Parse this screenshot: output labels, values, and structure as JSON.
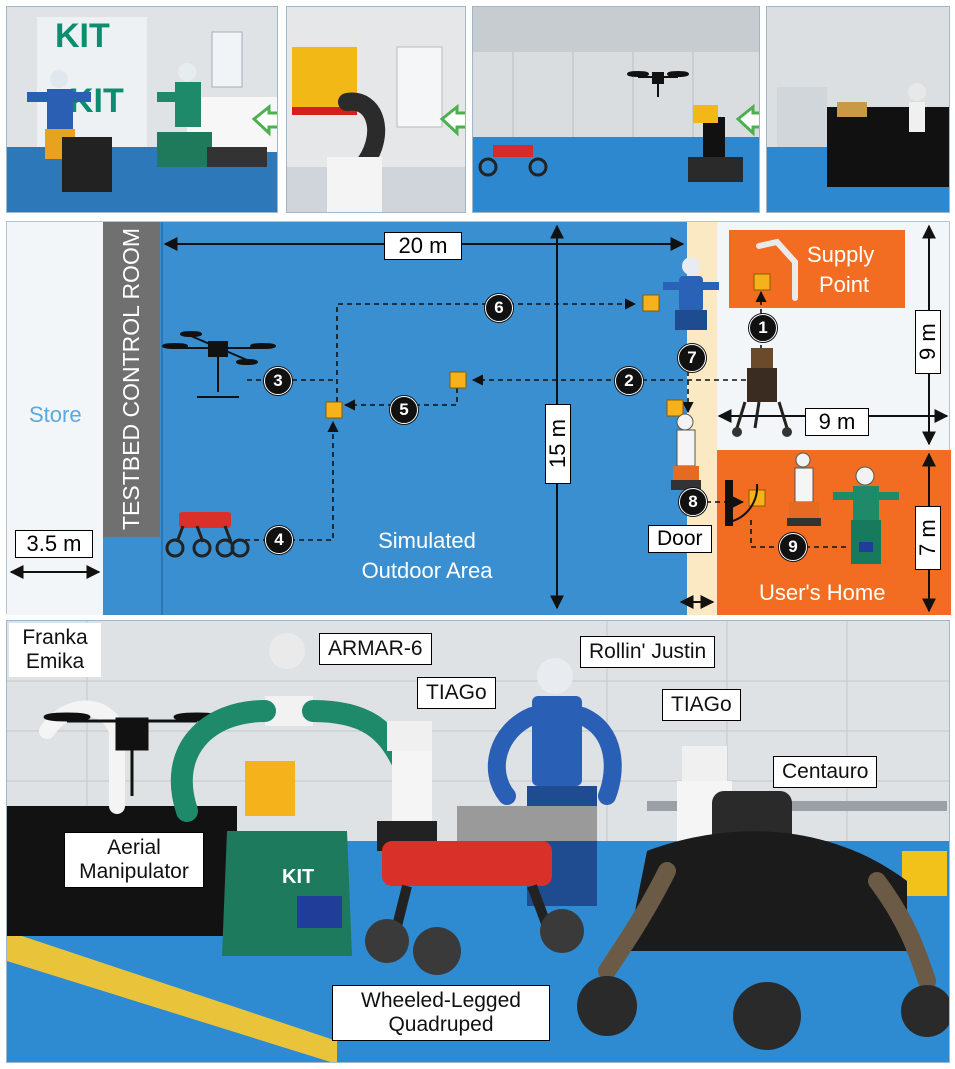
{
  "top_strip": {
    "photos": [
      {
        "name": "photo-kit-lab"
      },
      {
        "name": "photo-dhl-parcel"
      },
      {
        "name": "photo-flight-hall"
      },
      {
        "name": "photo-table-scene"
      }
    ],
    "logo_text": "KIT"
  },
  "map": {
    "control_room": "TESTBED CONTROL ROOM",
    "store": "Store",
    "outdoor_area": "Simulated\nOutdoor Area",
    "outdoor_line1": "Simulated",
    "outdoor_line2": "Outdoor Area",
    "supply_point_line1": "Supply",
    "supply_point_line2": "Point",
    "users_home": "User's Home",
    "door": "Door",
    "dims": {
      "width_outdoor": "20 m",
      "depth_outdoor": "15 m",
      "store_width": "3.5 m",
      "supply_width": "9 m",
      "supply_height": "9 m",
      "home_height": "7 m"
    },
    "steps": [
      "1",
      "2",
      "3",
      "4",
      "5",
      "6",
      "7",
      "8",
      "9"
    ],
    "colors": {
      "outdoor": "#3a8fd1",
      "supply": "#f26d21",
      "home": "#f26d21",
      "corridor": "#fbe9c3",
      "control_room": "#707070",
      "store_text": "#5aa9dc",
      "box": "#f5b21b"
    }
  },
  "robots_photo": {
    "labels": {
      "franka": "Franka\nEmika",
      "armar": "ARMAR-6",
      "tiago1": "TIAGo",
      "justin": "Rollin' Justin",
      "tiago2": "TIAGo",
      "centauro": "Centauro",
      "aerial": "Aerial\nManipulator",
      "quadruped": "Wheeled-Legged\nQuadruped"
    },
    "lines": {
      "franka_1": "Franka",
      "franka_2": "Emika",
      "aerial_1": "Aerial",
      "aerial_2": "Manipulator",
      "quad_1": "Wheeled-Legged",
      "quad_2": "Quadruped"
    },
    "eu_flag_color": "#1f3d99",
    "robot_green": "#1e8a6a"
  }
}
